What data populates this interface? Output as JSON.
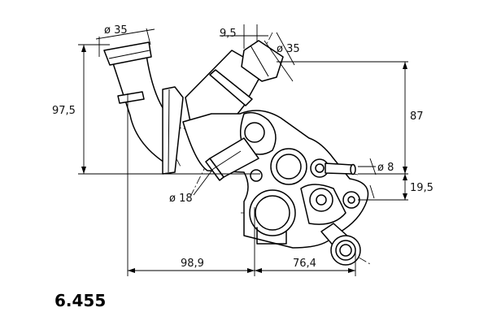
{
  "part_number": "6.455",
  "dimensions": {
    "outlet_left_diameter": "ø 35",
    "outlet_right_diameter": "ø 35",
    "offset_top": "9,5",
    "height_left": "97,5",
    "height_right": "87",
    "small_port_diameter": "ø 8",
    "offset_right_lower": "19,5",
    "inner_port_diameter": "ø 18",
    "width_left": "98,9",
    "width_right": "76,4"
  }
}
